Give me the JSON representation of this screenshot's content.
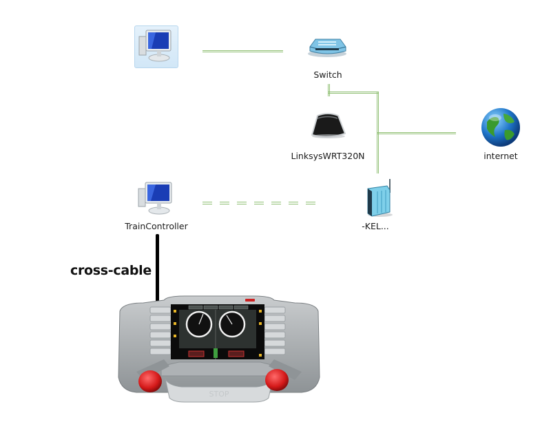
{
  "diagram": {
    "type": "network-topology",
    "nodes": [
      {
        "id": "pc1",
        "label": "",
        "icon": "desktop-computer-icon",
        "selected": true
      },
      {
        "id": "switch",
        "label": "Switch",
        "icon": "network-switch-icon"
      },
      {
        "id": "linksys",
        "label": "LinksysWRT320N",
        "icon": "wireless-router-icon"
      },
      {
        "id": "internet",
        "label": "internet",
        "icon": "globe-icon"
      },
      {
        "id": "trainpc",
        "label": "TrainController",
        "icon": "desktop-computer-icon"
      },
      {
        "id": "kel",
        "label": "-KEL...",
        "icon": "modem-router-icon"
      },
      {
        "id": "central-station",
        "label": "",
        "icon": "train-control-central-station-icon",
        "screen_button": "STOP"
      }
    ],
    "connections": [
      {
        "from": "pc1",
        "to": "switch",
        "style": "double-solid",
        "color": "#8fbf73"
      },
      {
        "from": "switch",
        "to": "kel",
        "style": "double-solid",
        "color": "#8fbf73"
      },
      {
        "from": "kel",
        "to": "internet",
        "style": "double-solid",
        "color": "#8fbf73"
      },
      {
        "from": "trainpc",
        "to": "kel",
        "style": "double-dashed",
        "color": "#8fbf73"
      },
      {
        "from": "trainpc",
        "to": "central-station",
        "style": "thick-solid",
        "color": "#000000",
        "label": "cross-cable"
      }
    ],
    "annotation": "cross-cable"
  }
}
